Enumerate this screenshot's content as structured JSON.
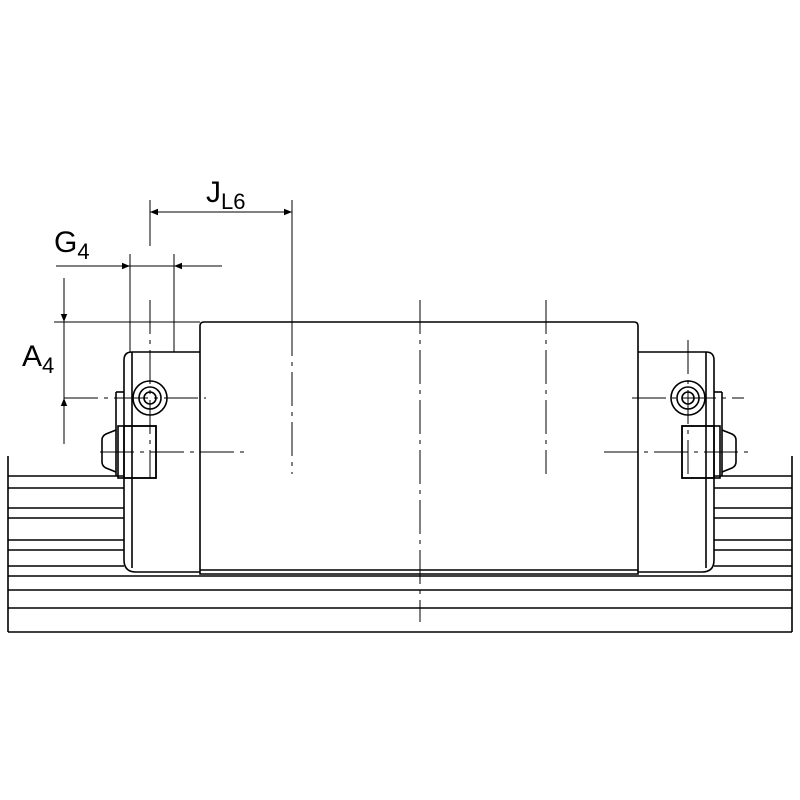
{
  "dimensions": {
    "jl6": {
      "main": "J",
      "sub": "L6"
    },
    "g4": {
      "main": "G",
      "sub": "4"
    },
    "a4": {
      "main": "A",
      "sub": "4"
    }
  },
  "colors": {
    "line": "#000000",
    "background": "#ffffff"
  }
}
